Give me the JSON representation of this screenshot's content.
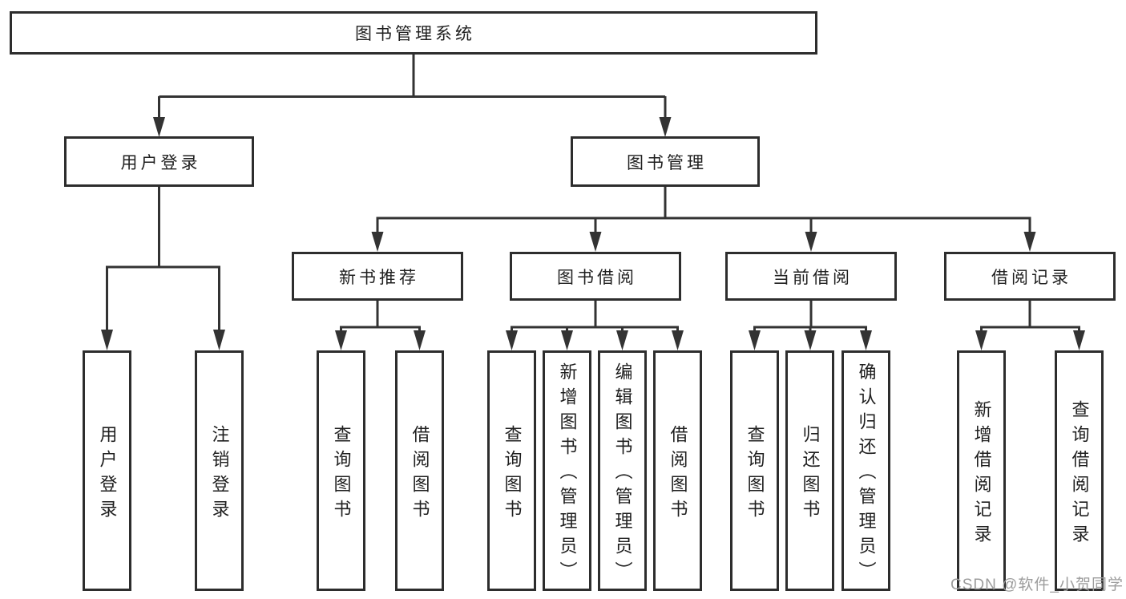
{
  "nodes": {
    "root": "图书管理系统",
    "user_login": "用户登录",
    "book_mgmt": "图书管理",
    "new_books": "新书推荐",
    "book_borrow": "图书借阅",
    "current_borrow": "当前借阅",
    "borrow_records": "借阅记录",
    "leaf_user_login": "用户登录",
    "leaf_logout": "注销登录",
    "leaf_query_book_1": "查询图书",
    "leaf_borrow_book_1": "借阅图书",
    "leaf_query_book_2": "查询图书",
    "leaf_add_book_admin": "新增图书（管理员）",
    "leaf_edit_book_admin": "编辑图书（管理员）",
    "leaf_borrow_book_2": "借阅图书",
    "leaf_query_book_3": "查询图书",
    "leaf_return_book": "归还图书",
    "leaf_confirm_return_admin": "确认归还（管理员）",
    "leaf_add_record": "新增借阅记录",
    "leaf_query_record": "查询借阅记录"
  },
  "watermark": "CSDN @软件_小贺同学",
  "colors": {
    "line": "#333333",
    "border": "#2d2d2d",
    "text": "#1f1f1f",
    "watermark": "#9c9c9c"
  }
}
